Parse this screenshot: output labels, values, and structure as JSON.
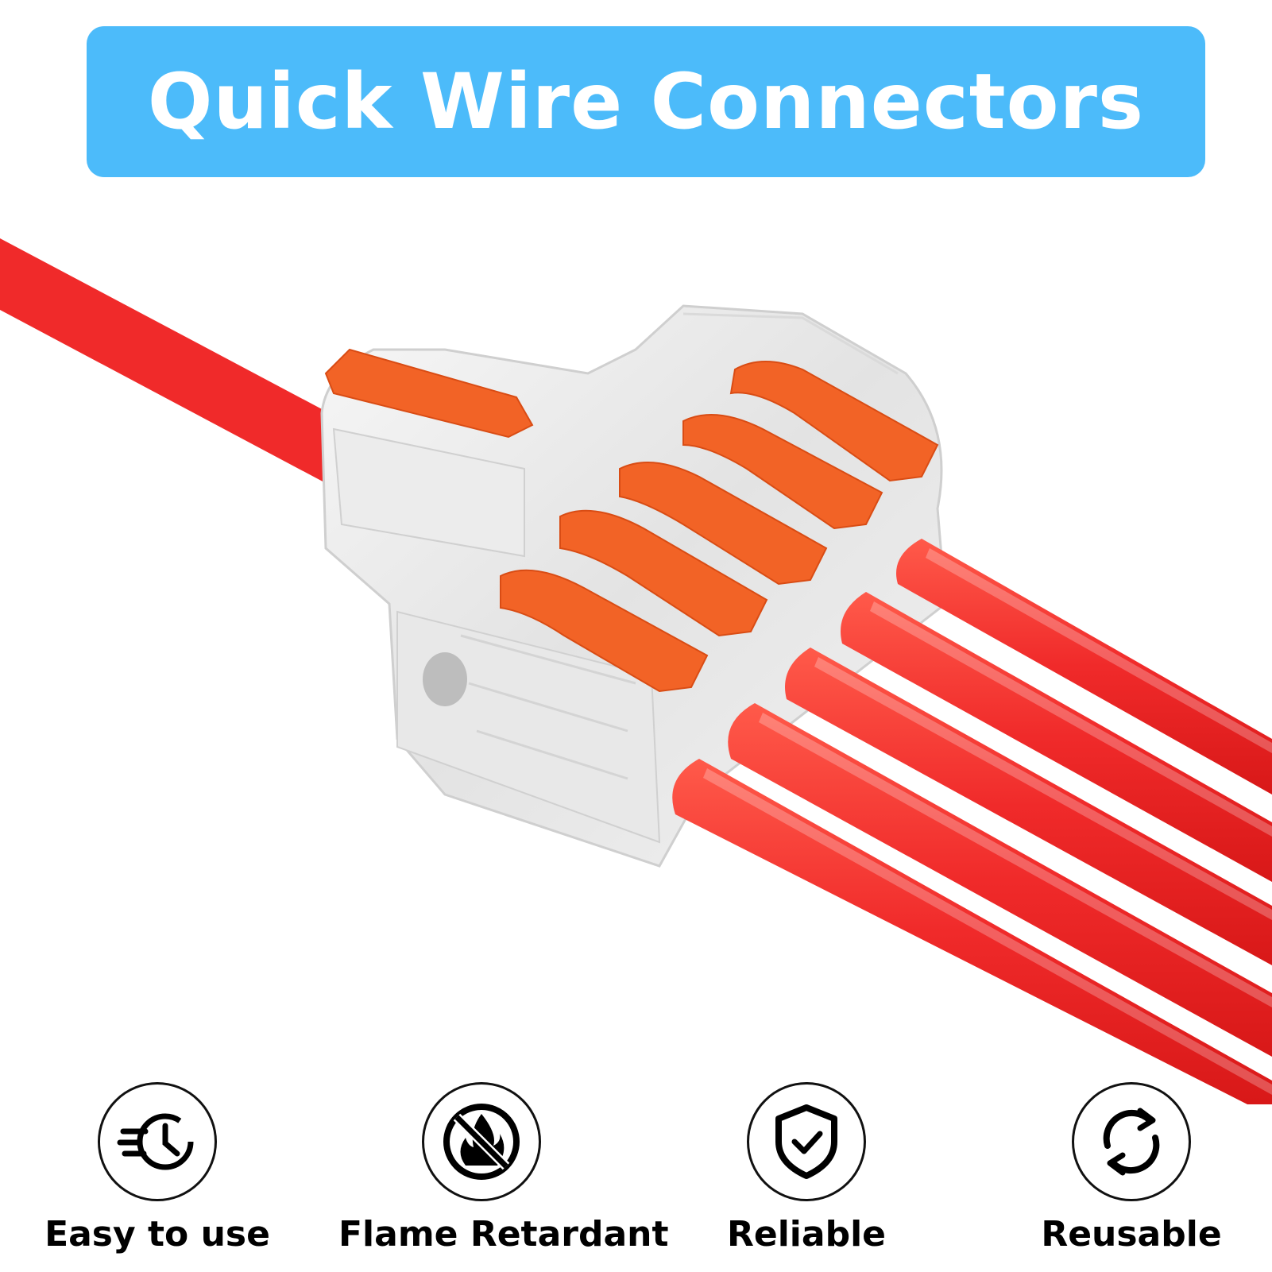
{
  "banner": {
    "title": "Quick Wire Connectors",
    "background": "#4cbbfa"
  },
  "product": {
    "wire_color": "#f02a2a",
    "lever_color": "#f26326",
    "wire_count_right": 5,
    "wire_count_left": 1
  },
  "features": [
    {
      "label": "Easy to use",
      "icon": "fast-clock-icon"
    },
    {
      "label": "Flame Retardant",
      "icon": "no-fire-icon"
    },
    {
      "label": "Reliable",
      "icon": "shield-check-icon"
    },
    {
      "label": "Reusable",
      "icon": "refresh-icon"
    }
  ]
}
